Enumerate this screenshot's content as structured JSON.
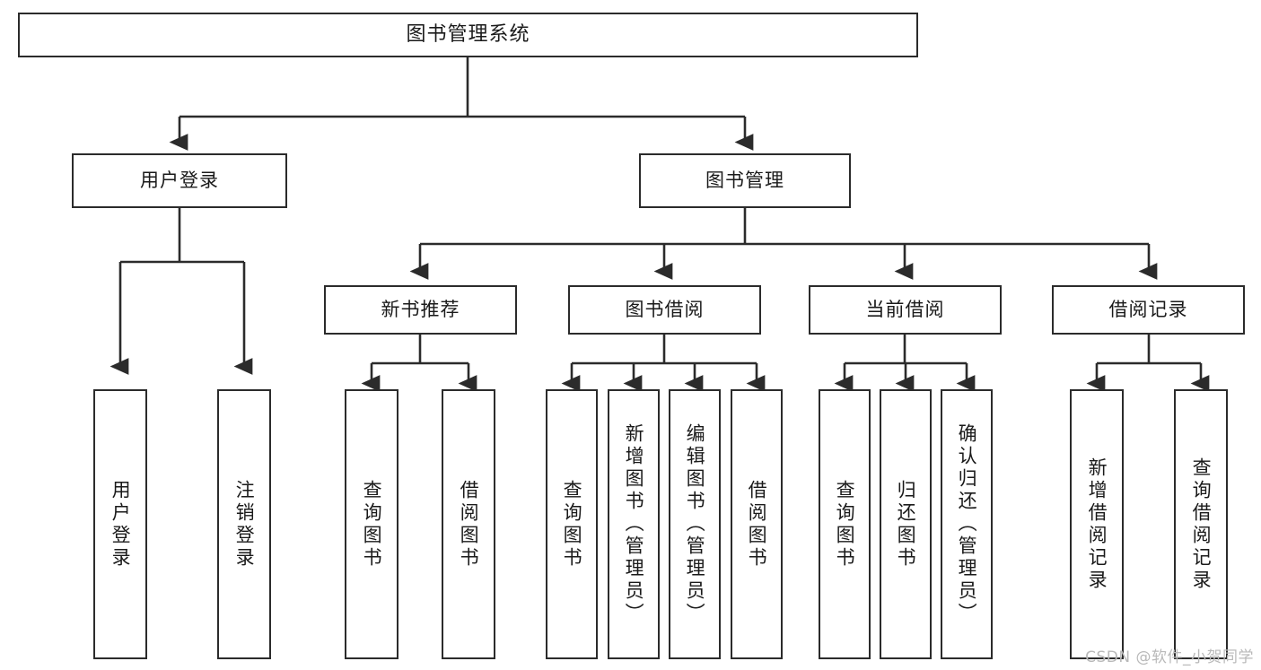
{
  "diagram": {
    "title": "图书管理系统",
    "type": "tree",
    "stroke_color": "#2b2b2b",
    "fill_color": "#ffffff",
    "text_color": "#1a1a1a",
    "root": {
      "id": "root",
      "label": "图书管理系统",
      "orientation": "horizontal"
    },
    "level2": [
      {
        "id": "user-login",
        "label": "用户登录",
        "orientation": "horizontal"
      },
      {
        "id": "book-manage",
        "label": "图书管理",
        "orientation": "horizontal"
      }
    ],
    "level3": [
      {
        "id": "new-book-recommend",
        "label": "新书推荐",
        "orientation": "horizontal",
        "parent": "book-manage"
      },
      {
        "id": "book-borrow",
        "label": "图书借阅",
        "orientation": "horizontal",
        "parent": "book-manage"
      },
      {
        "id": "current-borrow",
        "label": "当前借阅",
        "orientation": "horizontal",
        "parent": "book-manage"
      },
      {
        "id": "borrow-record",
        "label": "借阅记录",
        "orientation": "horizontal",
        "parent": "book-manage"
      }
    ],
    "leaves": [
      {
        "id": "leaf-user-login",
        "label": "用户登录",
        "orientation": "vertical",
        "parent": "user-login"
      },
      {
        "id": "leaf-logout",
        "label": "注销登录",
        "orientation": "vertical",
        "parent": "user-login"
      },
      {
        "id": "leaf-query-book-1",
        "label": "查询图书",
        "orientation": "vertical",
        "parent": "new-book-recommend"
      },
      {
        "id": "leaf-borrow-book-1",
        "label": "借阅图书",
        "orientation": "vertical",
        "parent": "new-book-recommend"
      },
      {
        "id": "leaf-query-book-2",
        "label": "查询图书",
        "orientation": "vertical",
        "parent": "book-borrow"
      },
      {
        "id": "leaf-add-book",
        "label": "新增图书（管理员）",
        "orientation": "vertical",
        "parent": "book-borrow"
      },
      {
        "id": "leaf-edit-book",
        "label": "编辑图书（管理员）",
        "orientation": "vertical",
        "parent": "book-borrow"
      },
      {
        "id": "leaf-borrow-book-2",
        "label": "借阅图书",
        "orientation": "vertical",
        "parent": "book-borrow"
      },
      {
        "id": "leaf-query-book-3",
        "label": "查询图书",
        "orientation": "vertical",
        "parent": "current-borrow"
      },
      {
        "id": "leaf-return-book",
        "label": "归还图书",
        "orientation": "vertical",
        "parent": "current-borrow"
      },
      {
        "id": "leaf-confirm-return",
        "label": "确认归还（管理员）",
        "orientation": "vertical",
        "parent": "current-borrow"
      },
      {
        "id": "leaf-add-record",
        "label": "新增借阅记录",
        "orientation": "vertical",
        "parent": "borrow-record"
      },
      {
        "id": "leaf-query-record",
        "label": "查询借阅记录",
        "orientation": "vertical",
        "parent": "borrow-record"
      }
    ]
  },
  "watermark": {
    "text": "CSDN @软件_小贺同学"
  }
}
